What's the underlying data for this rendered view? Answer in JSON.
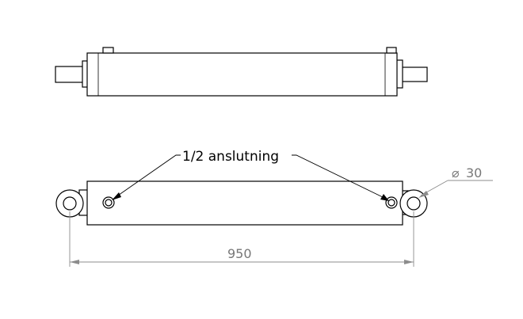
{
  "callout": {
    "label": "1/2 anslutning"
  },
  "dimensions": {
    "length": "950",
    "diameter": "30",
    "diameter_symbol": "⌀"
  },
  "colors": {
    "outline": "#000000",
    "dimension": "#8c8c8c",
    "dimension_text": "#777777",
    "background": "#ffffff"
  }
}
